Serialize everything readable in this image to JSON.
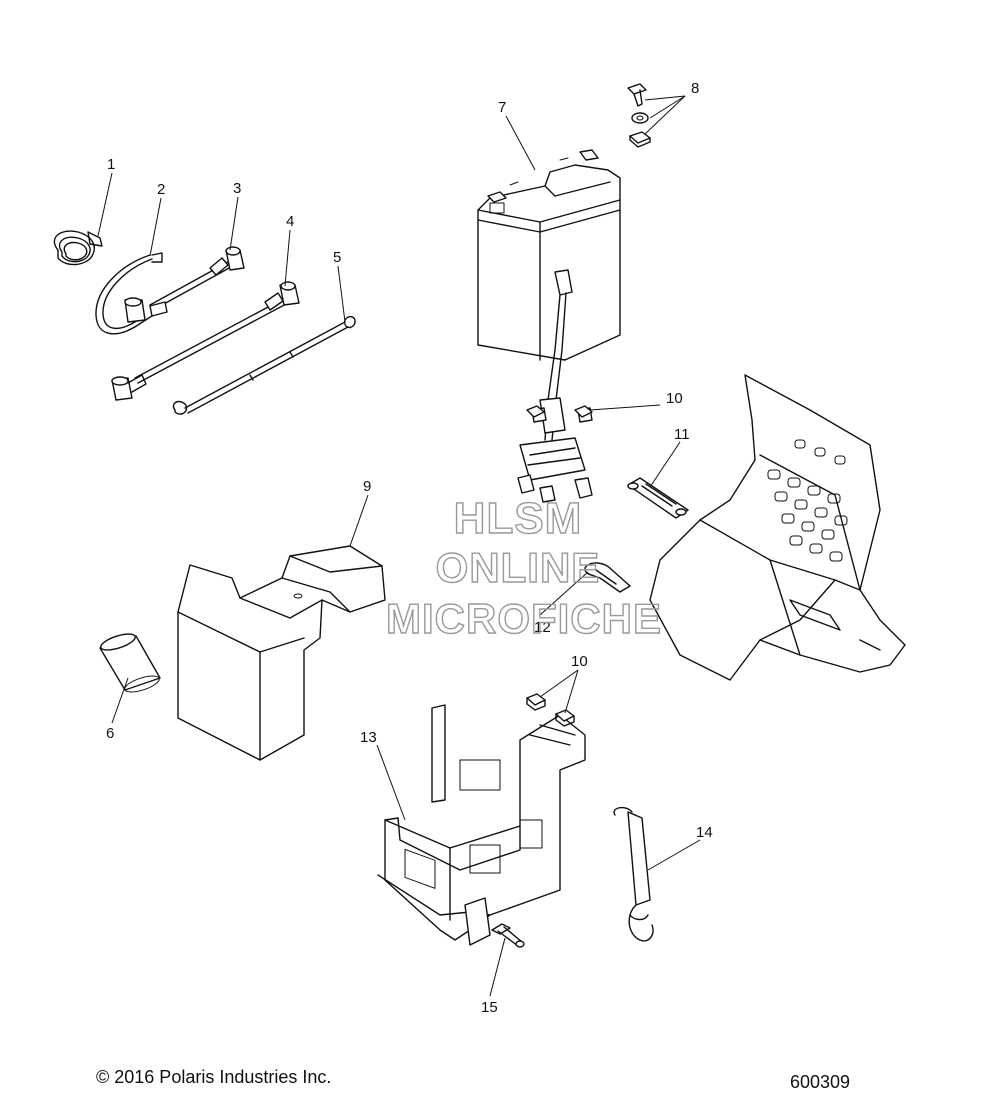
{
  "callouts": [
    {
      "id": "1",
      "text": "1"
    },
    {
      "id": "2",
      "text": "2"
    },
    {
      "id": "3",
      "text": "3"
    },
    {
      "id": "4",
      "text": "4"
    },
    {
      "id": "5",
      "text": "5"
    },
    {
      "id": "6",
      "text": "6"
    },
    {
      "id": "7",
      "text": "7"
    },
    {
      "id": "8",
      "text": "8"
    },
    {
      "id": "9",
      "text": "9"
    },
    {
      "id": "10a",
      "text": "10"
    },
    {
      "id": "10b",
      "text": "10"
    },
    {
      "id": "11",
      "text": "11"
    },
    {
      "id": "12",
      "text": "12"
    },
    {
      "id": "13",
      "text": "13"
    },
    {
      "id": "14",
      "text": "14"
    },
    {
      "id": "15",
      "text": "15"
    }
  ],
  "watermark": {
    "line1": "HLSM",
    "line2": "ONLINE",
    "line3": "MICROFICHE"
  },
  "footer": {
    "copyright": "© 2016 Polaris Industries Inc.",
    "figure_number": "600309"
  }
}
